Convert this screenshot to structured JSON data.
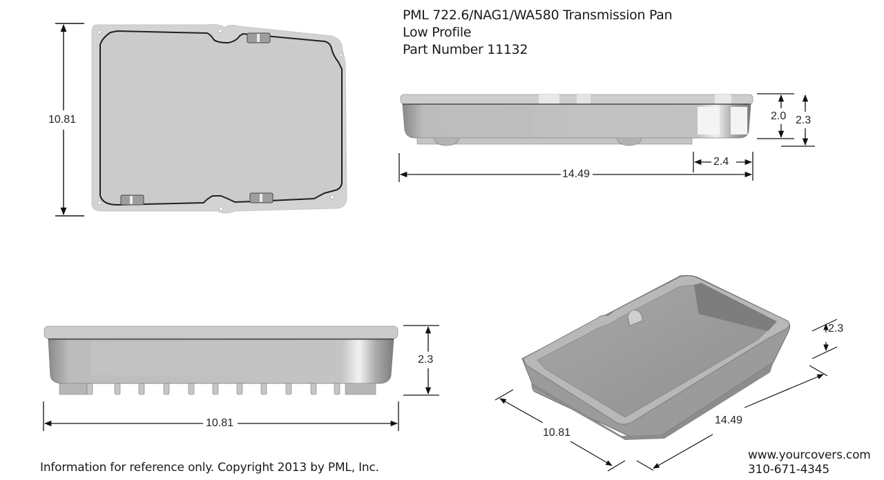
{
  "title": {
    "line1": "PML 722.6/NAG1/WA580 Transmission Pan",
    "line2": "Low Profile",
    "line3": "Part Number 11132"
  },
  "views": {
    "top_view": {
      "name": "Top view",
      "dimension_height": "10.81"
    },
    "side_view_long": {
      "name": "Side view (length)",
      "dimension_length": "14.49",
      "dimension_offset": "2.4",
      "dimension_inner_height": "2.0",
      "dimension_total_height": "2.3"
    },
    "side_view_short": {
      "name": "Side view (width)",
      "dimension_width": "10.81",
      "dimension_height": "2.3"
    },
    "isometric_view": {
      "name": "Isometric view",
      "dimension_width": "10.81",
      "dimension_length": "14.49",
      "dimension_height": "2.3"
    }
  },
  "footer": {
    "disclaimer": "Information for reference only. Copyright 2013 by PML, Inc."
  },
  "contact": {
    "website": "www.yourcovers.com",
    "phone": "310-671-4345"
  },
  "colors": {
    "background": "#ffffff",
    "part_light": "#d6d6d6",
    "part_mid": "#b4b4b4",
    "part_dark": "#8e8e8e",
    "outline": "#2a2a2a",
    "text": "#1a1a1a"
  }
}
